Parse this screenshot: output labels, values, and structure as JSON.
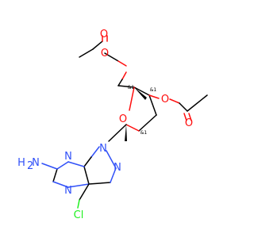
{
  "structure": {
    "atoms": {
      "o_ester_top": "O",
      "o_carbonyl_top": "O",
      "o_ring": "O",
      "o_ester_right": "O",
      "o_carbonyl_right": "O",
      "n_amine": "N",
      "h_amine": "H",
      "h2_sub": "2",
      "n_purine_9": "N",
      "n_purine_3": "N",
      "n_purine_1": "N",
      "n_purine_7": "N",
      "cl": "Cl"
    },
    "stereo_marks": [
      "&1",
      "&1",
      "&1"
    ]
  },
  "colors": {
    "carbon": "#000000",
    "nitrogen": "#3050F8",
    "oxygen": "#FF0D0D",
    "chlorine": "#1FF01F"
  }
}
